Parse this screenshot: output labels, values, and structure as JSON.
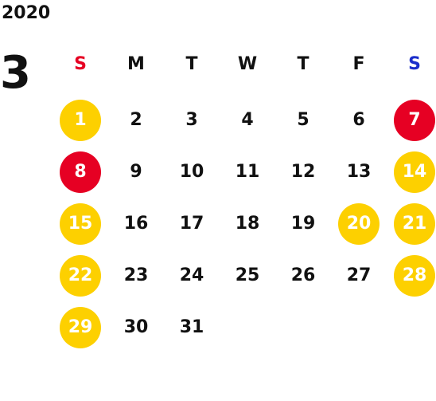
{
  "year": "2020",
  "month": "3",
  "colors": {
    "sunday": "#e60023",
    "saturday": "#1a2ecb",
    "weekday": "#111111",
    "holiday_circle": "#e60023",
    "weekend_circle": "#fdd000",
    "circle_text": "#ffffff"
  },
  "weekdays": [
    "S",
    "M",
    "T",
    "W",
    "T",
    "F",
    "S"
  ],
  "days": [
    {
      "n": "1",
      "mark": "weekend"
    },
    {
      "n": "2"
    },
    {
      "n": "3"
    },
    {
      "n": "4"
    },
    {
      "n": "5"
    },
    {
      "n": "6"
    },
    {
      "n": "7",
      "mark": "holiday"
    },
    {
      "n": "8",
      "mark": "holiday"
    },
    {
      "n": "9"
    },
    {
      "n": "10"
    },
    {
      "n": "11"
    },
    {
      "n": "12"
    },
    {
      "n": "13"
    },
    {
      "n": "14",
      "mark": "weekend"
    },
    {
      "n": "15",
      "mark": "weekend"
    },
    {
      "n": "16"
    },
    {
      "n": "17"
    },
    {
      "n": "18"
    },
    {
      "n": "19"
    },
    {
      "n": "20",
      "mark": "weekend"
    },
    {
      "n": "21",
      "mark": "weekend"
    },
    {
      "n": "22",
      "mark": "weekend"
    },
    {
      "n": "23"
    },
    {
      "n": "24"
    },
    {
      "n": "25"
    },
    {
      "n": "26"
    },
    {
      "n": "27"
    },
    {
      "n": "28",
      "mark": "weekend"
    },
    {
      "n": "29",
      "mark": "weekend"
    },
    {
      "n": "30"
    },
    {
      "n": "31"
    }
  ]
}
